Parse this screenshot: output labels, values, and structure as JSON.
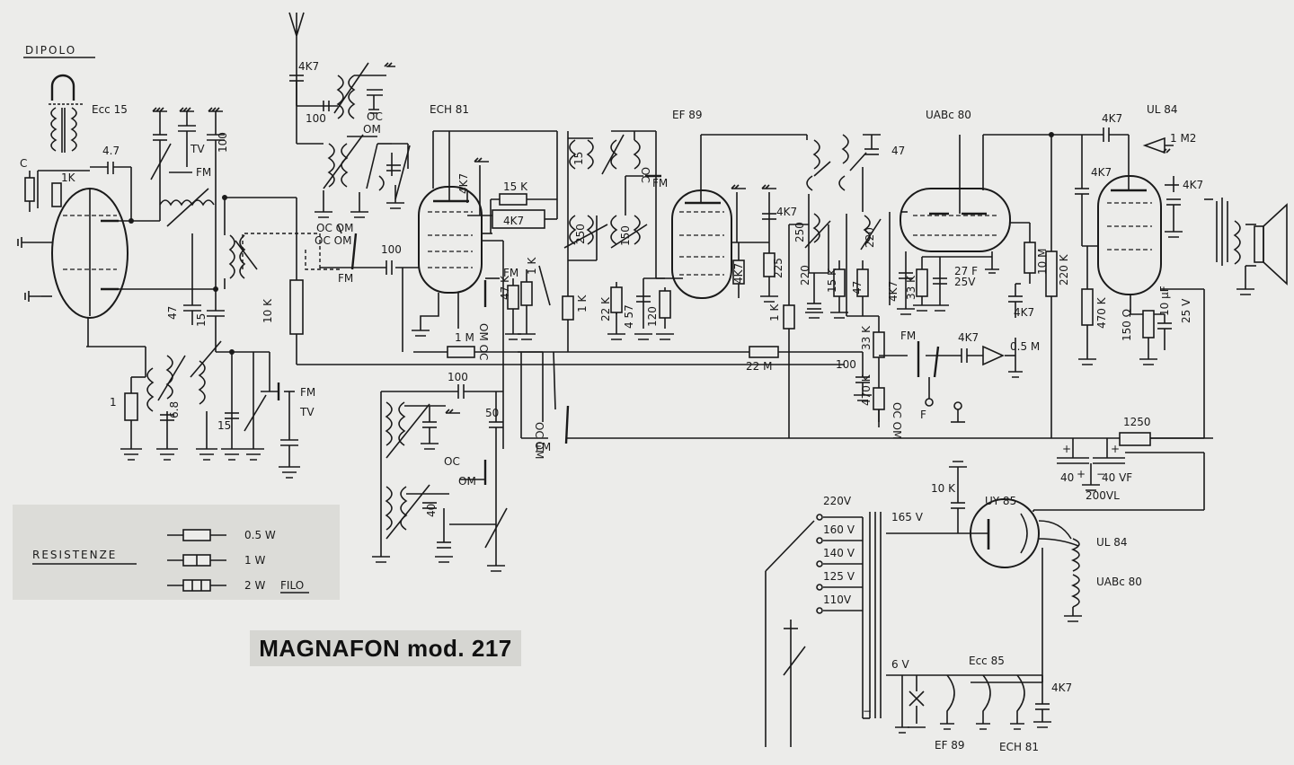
{
  "title": "MAGNAFON mod. 217",
  "antenna": {
    "label": "DIPOLO"
  },
  "tubes": {
    "ecc85": "Ecc 15",
    "ech81": "ECH 81",
    "ef89": "EF 89",
    "uabc80": "UABc 80",
    "ul84": "UL 84",
    "uy85": "UY 85",
    "heater_label": "Ecc 85",
    "heater_ef89": "EF 89",
    "heater_ech81": "ECH 81",
    "rect_ul84": "UL 84",
    "rect_uabc80": "UABc 80"
  },
  "components": {
    "c_4k7_ant": "4K7",
    "c_100_ant": "100",
    "c_4_7": "4.7",
    "r_1k": "1K",
    "tv_top": "TV",
    "fm_top": "FM",
    "c_100_top": "100",
    "om": "OM",
    "oc": "OC",
    "oc_om": "OC OM",
    "c_100_mid": "100",
    "r_4k7_a": "4K7",
    "r_15k": "15 K",
    "r_4k7_b": "4K7",
    "c_15": "15",
    "c_250": "250",
    "fm_if": "FM",
    "oc_if": "OC",
    "c_150": "150",
    "c_47": "47",
    "c_15_b": "15",
    "c_4k7_tube": "4K7",
    "r_22k_if": "22 K",
    "c_457": "4 57",
    "r_120": "120",
    "r_10k": "10 K",
    "c_47_small": "47",
    "r_1": "1",
    "c_6_8": "6.8",
    "c_15_c": "15",
    "fm_sw": "FM",
    "tv_sw": "TV",
    "fm_sw2": "FM",
    "r_1m": "1 M",
    "fm_osc": "FM",
    "r_47k": "47 K",
    "r_1k_osc": "1 K",
    "om_oc_osc": "OM OC",
    "r_1k_b": "1 K",
    "c_100_osc": "100",
    "c_50": "50",
    "oc_osc": "OC",
    "om_osc": "OM",
    "c_40": "40",
    "oc_om_sw": "OC OM",
    "fm_sw3": "FM",
    "r_225": "225",
    "c_4k7_c": "4K7",
    "r_22m": "22 M",
    "r_1k_c": "1 K",
    "c_250_b": "250",
    "c_220": "220",
    "r_15k_b": "15 K",
    "c_4k7_d": "4K7",
    "r_33k": "33 K",
    "c_27f": "27 F",
    "c_25v": "25V",
    "c_47_c": "47",
    "c_47_d": "47",
    "c_100_det": "100",
    "r_33k_det": "33 K",
    "r_470k_det": "470 K",
    "oc_om_det": "OC OM",
    "fm_det": "FM",
    "c_4k7_det": "4K7",
    "r_0_5m": "0.5 M",
    "f_label": "F",
    "r_10m": "10 M",
    "c_4k7_e": "4K7",
    "r_220k": "220 K",
    "c_4k7_f": "4K7",
    "c_4k7_g": "4K7",
    "r_1m2": "1 M2",
    "c_4k7_h": "4K7",
    "r_470k": "470 K",
    "r_150": "150 Ω",
    "c_10uf": "10 μF",
    "c_25v_b": "25 V",
    "r_1250": "1250",
    "cap_40": "40",
    "cap_40vf": "40 VF",
    "cap_200vl": "200VL",
    "c_10k": "10 K",
    "v_165": "165 V",
    "v_220": "220V",
    "v_160": "160 V",
    "v_140": "140 V",
    "v_125": "125 V",
    "v_110": "110V",
    "v_6": "6 V",
    "c_4k7_heater": "4K7"
  },
  "legend": {
    "title": "RESISTENZE",
    "items": [
      "0.5 W",
      "1 W",
      "2 W"
    ],
    "filo": "FILO"
  }
}
